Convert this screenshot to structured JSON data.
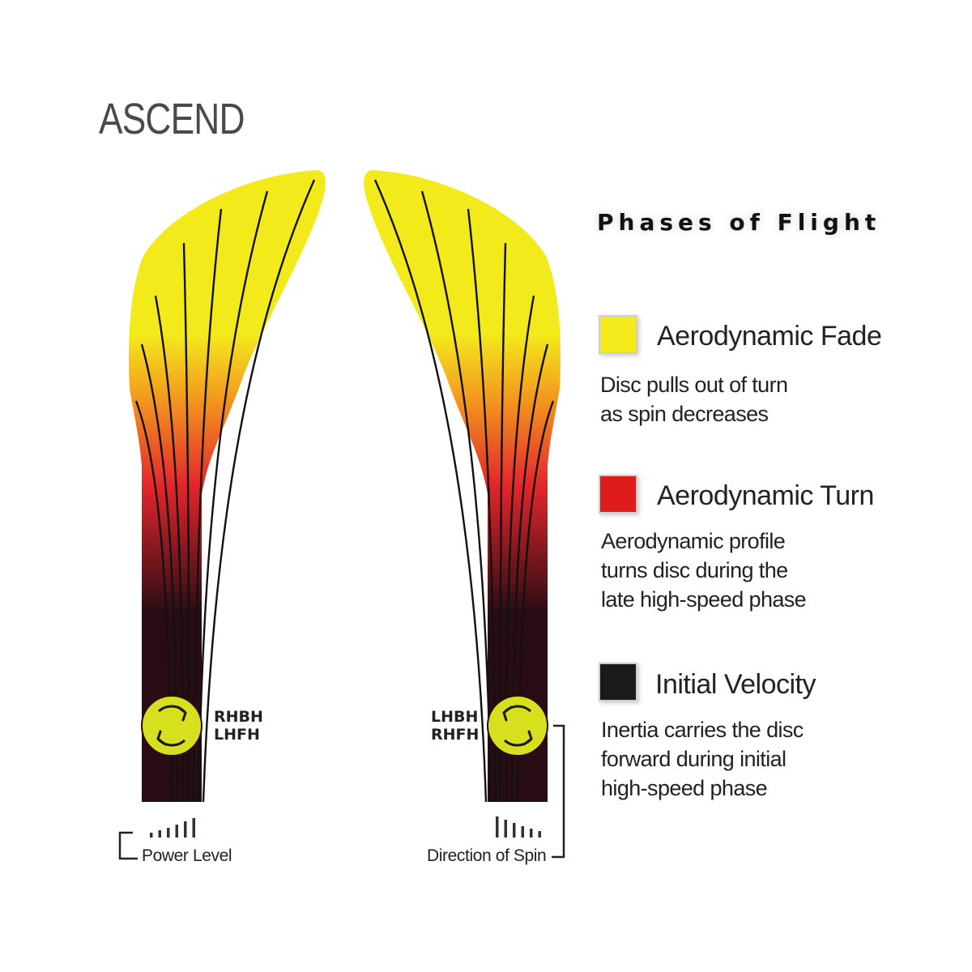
{
  "title": "ASCEND",
  "legend": {
    "heading": "Phases of Flight",
    "items": [
      {
        "label": "Aerodynamic Fade",
        "color": "#f3ea1c",
        "description": [
          "Disc pulls out of turn",
          "as spin decreases"
        ]
      },
      {
        "label": "Aerodynamic Turn",
        "color": "#e01b1b",
        "description": [
          "Aerodynamic profile",
          "turns disc during the",
          "late high-speed phase"
        ]
      },
      {
        "label": "Initial Velocity",
        "color": "#1a1a1a",
        "description": [
          "Inertia carries the disc",
          "forward during initial",
          "high-speed phase"
        ]
      }
    ]
  },
  "flight_paths": [
    {
      "throws": [
        "RHBH",
        "LHFH"
      ],
      "spin_direction": "clockwise",
      "caption": "Power Level"
    },
    {
      "throws": [
        "LHBH",
        "RHFH"
      ],
      "spin_direction": "counterclockwise",
      "caption": "Direction of Spin"
    }
  ],
  "colors": {
    "yellow": "#f3ea1c",
    "orange": "#f39a1e",
    "red": "#e3252b",
    "dark": "#2a0d14",
    "spin_disc": "#d7e01f"
  }
}
